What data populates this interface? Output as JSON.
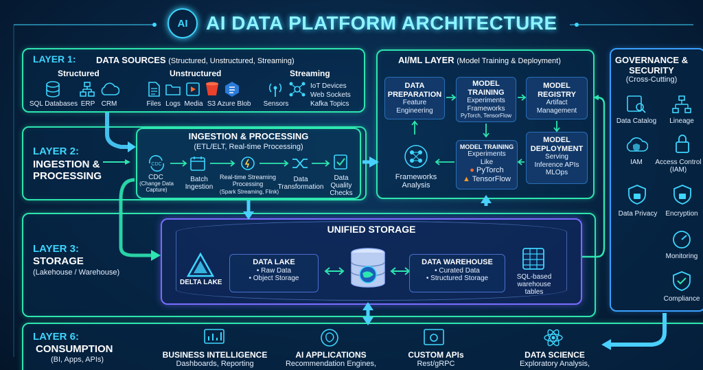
{
  "title": "AI DATA PLATFORM ARCHITECTURE",
  "logo_text": "AI",
  "layer1": {
    "label": "LAYER 1:",
    "title": "DATA SOURCES",
    "subtitle": "(Structured, Unstructured, Streaming)",
    "groups": [
      {
        "name": "Structured",
        "items": [
          "SQL Databases",
          "ERP",
          "CRM"
        ]
      },
      {
        "name": "Unstructured",
        "items": [
          "Files",
          "Logs",
          "Media",
          "S3",
          "Azure Blob"
        ]
      },
      {
        "name": "Streaming",
        "items": [
          "Sensors"
        ],
        "extra": [
          "IoT Devices",
          "Web Sockets",
          "Kafka Topics"
        ]
      }
    ]
  },
  "layer2": {
    "label": "LAYER 2:",
    "title_line1": "INGESTION &",
    "title_line2": "PROCESSING",
    "box_title": "INGESTION & PROCESSING",
    "box_subtitle": "(ETL/ELT, Real-time Processing)",
    "cdc_icon_text": "CDC",
    "steps": [
      {
        "label": "CDC",
        "sub": "(Change Data Capture)"
      },
      {
        "label": "Batch Ingestion",
        "sub": ""
      },
      {
        "label": "Real-time Streaming Processing",
        "sub": "(Spark Streaming, Flink)"
      },
      {
        "label": "Data Transformation",
        "sub": ""
      },
      {
        "label": "Data Quality Checks",
        "sub": ""
      }
    ]
  },
  "layer3": {
    "label": "LAYER 3:",
    "title": "STORAGE",
    "subtitle": "(Lakehouse / Warehouse)",
    "unified": "UNIFIED STORAGE",
    "delta": "DELTA LAKE",
    "lake": {
      "title": "DATA LAKE",
      "items": [
        "• Raw Data",
        "• Object Storage"
      ]
    },
    "warehouse": {
      "title": "DATA WAREHOUSE",
      "items": [
        "• Curated Data",
        "• Structured Storage"
      ]
    },
    "sql": [
      "SQL-based",
      "warehouse",
      "tables"
    ]
  },
  "aiml": {
    "title": "AI/ML LAYER",
    "subtitle": "(Model Training & Deployment)",
    "prep": {
      "h1": "DATA",
      "h2": "PREPARATION",
      "l1": "Feature",
      "l2": "Engineering"
    },
    "training": {
      "h1": "MODEL",
      "h2": "TRAINING",
      "l1": "Experiments",
      "l2": "Frameworks",
      "l3": "PyTorch, TensorFlow"
    },
    "registry": {
      "h1": "MODEL",
      "h2": "REGISTRY",
      "l1": "Artifact",
      "l2": "Management"
    },
    "deployment": {
      "h1": "MODEL",
      "h2": "DEPLOYMENT",
      "l1": "Serving",
      "l2": "Inference APIs",
      "l3": "MLOps"
    },
    "training2": {
      "h": "MODEL TRAINING",
      "l1": "Experiments",
      "l2": "Like",
      "l3": "PyTorch",
      "l4": "TensorFlow"
    },
    "frameworks": [
      "Frameworks",
      "Analysis"
    ]
  },
  "governance": {
    "title1": "GOVERNANCE &",
    "title2": "SECURITY",
    "subtitle": "(Cross-Cutting)",
    "items": [
      "Data Catalog",
      "Lineage",
      "IAM",
      "Access Control (IAM)",
      "Data Privacy",
      "Encryption",
      "Monitoring",
      "Compliance"
    ]
  },
  "layer6": {
    "label": "LAYER 6:",
    "title": "CONSUMPTION",
    "subtitle": "(BI, Apps, APIs)",
    "items": [
      {
        "title": "BUSINESS INTELLIGENCE",
        "sub": "Dashboards, Reporting"
      },
      {
        "title": "AI APPLICATIONS",
        "sub": "Recommendation Engines,"
      },
      {
        "title": "CUSTOM APIs",
        "sub": "Rest/gRPC"
      },
      {
        "title": "DATA SCIENCE",
        "sub": "Exploratory Analysis,"
      }
    ]
  },
  "colors": {
    "accent": "#2ee6b0",
    "cyan": "#3ed6ff",
    "blue": "#3aa0ff",
    "orange": "#ff6a2a"
  }
}
